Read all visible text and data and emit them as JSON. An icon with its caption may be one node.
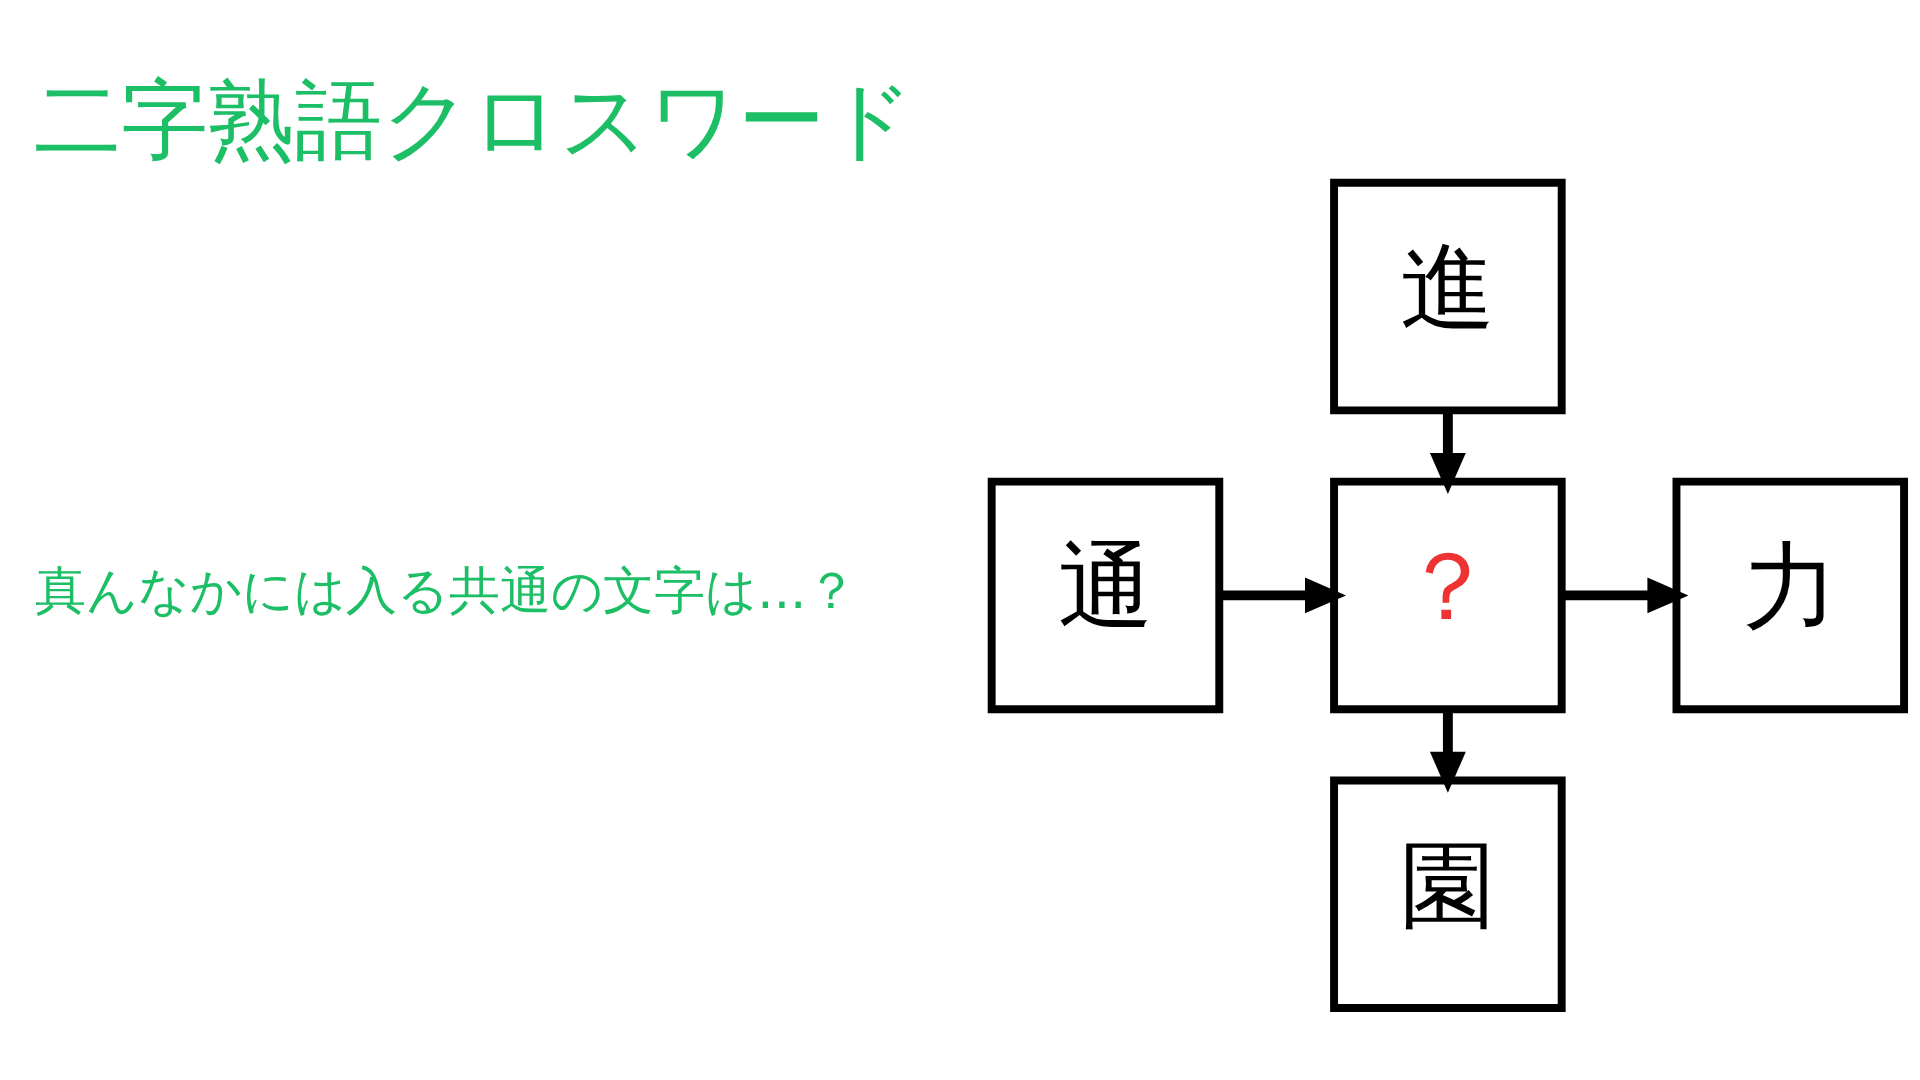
{
  "diagram": {
    "title": "二字熟語クロスワード",
    "nodes": [
      {
        "text": [
          "進"
        ]
      },
      {
        "text": [
          "通"
        ]
      },
      {
        "text": [
          "？"
        ]
      },
      {
        "text": [
          "力"
        ]
      },
      {
        "text": [
          "園"
        ]
      }
    ],
    "edges": [
      {
        "from": 0,
        "to": 2,
        "arrow": "to"
      },
      {
        "from": 1,
        "to": 2,
        "arrow": "to"
      },
      {
        "from": 2,
        "to": 3,
        "arrow": "to"
      },
      {
        "from": 2,
        "to": 4,
        "arrow": "to"
      }
    ],
    "labels": [
      "真んなかには入る共通の文字は...？"
    ]
  }
}
